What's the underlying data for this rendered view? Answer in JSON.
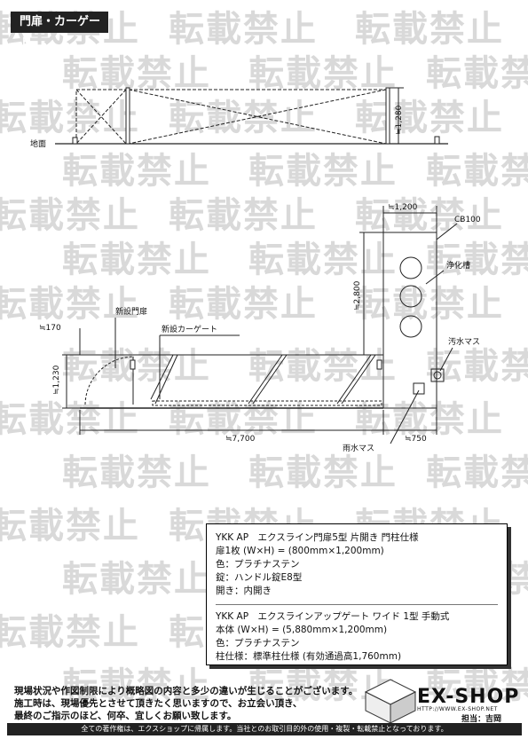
{
  "header": {
    "title": "門扉・カーゲート"
  },
  "watermark": {
    "text": "転載禁止"
  },
  "elevation": {
    "ground_label": "地面",
    "height_label": "≒1,280"
  },
  "plan": {
    "width_top_label": "≒1,200",
    "cb_label": "CB100",
    "septic_label": "浄化槽",
    "height_label": "≒2,800",
    "new_gate_label": "新設門扉",
    "new_cargate_label": "新設カーゲート",
    "sewage_label": "汚水マス",
    "offset_label": "≒170",
    "depth_label": "≒1,230",
    "total_width_label": "≒7,700",
    "rain_label": "雨水マス",
    "right_width_label": "≒750"
  },
  "spec": {
    "gate": [
      "YKK AP　エクスライン門扉5型 片開き 門柱仕様",
      "扉1枚 (W×H) = (800mm×1,200mm)",
      "色：プラチナステン",
      "錠：ハンドル錠E8型",
      "開き：内開き"
    ],
    "cargate": [
      "YKK AP　エクスラインアップゲート ワイド 1型 手動式",
      "本体 (W×H) = (5,880mm×1,200mm)",
      "色：プラチナステン",
      "柱仕様：標準柱仕様 (有効通過高1,760mm)"
    ]
  },
  "notice": [
    "現場状況や作図制限により概略図の内容と多少の違いが生じることがございます。",
    "施工時は、現場優先とさせて頂きたく思いますので、お立会い頂き、",
    "最終のご指示のほど、何卒、宜しくお願い致します。"
  ],
  "logo": {
    "name": "EX-SHOP",
    "url": "HTTP://WWW.EX-SHOP.NET"
  },
  "staff": "担当：吉岡",
  "footer": "全ての著作権は、エクスショップに帰属します。当社とのお取引目的外の使用・複製・転載禁止となっております。"
}
